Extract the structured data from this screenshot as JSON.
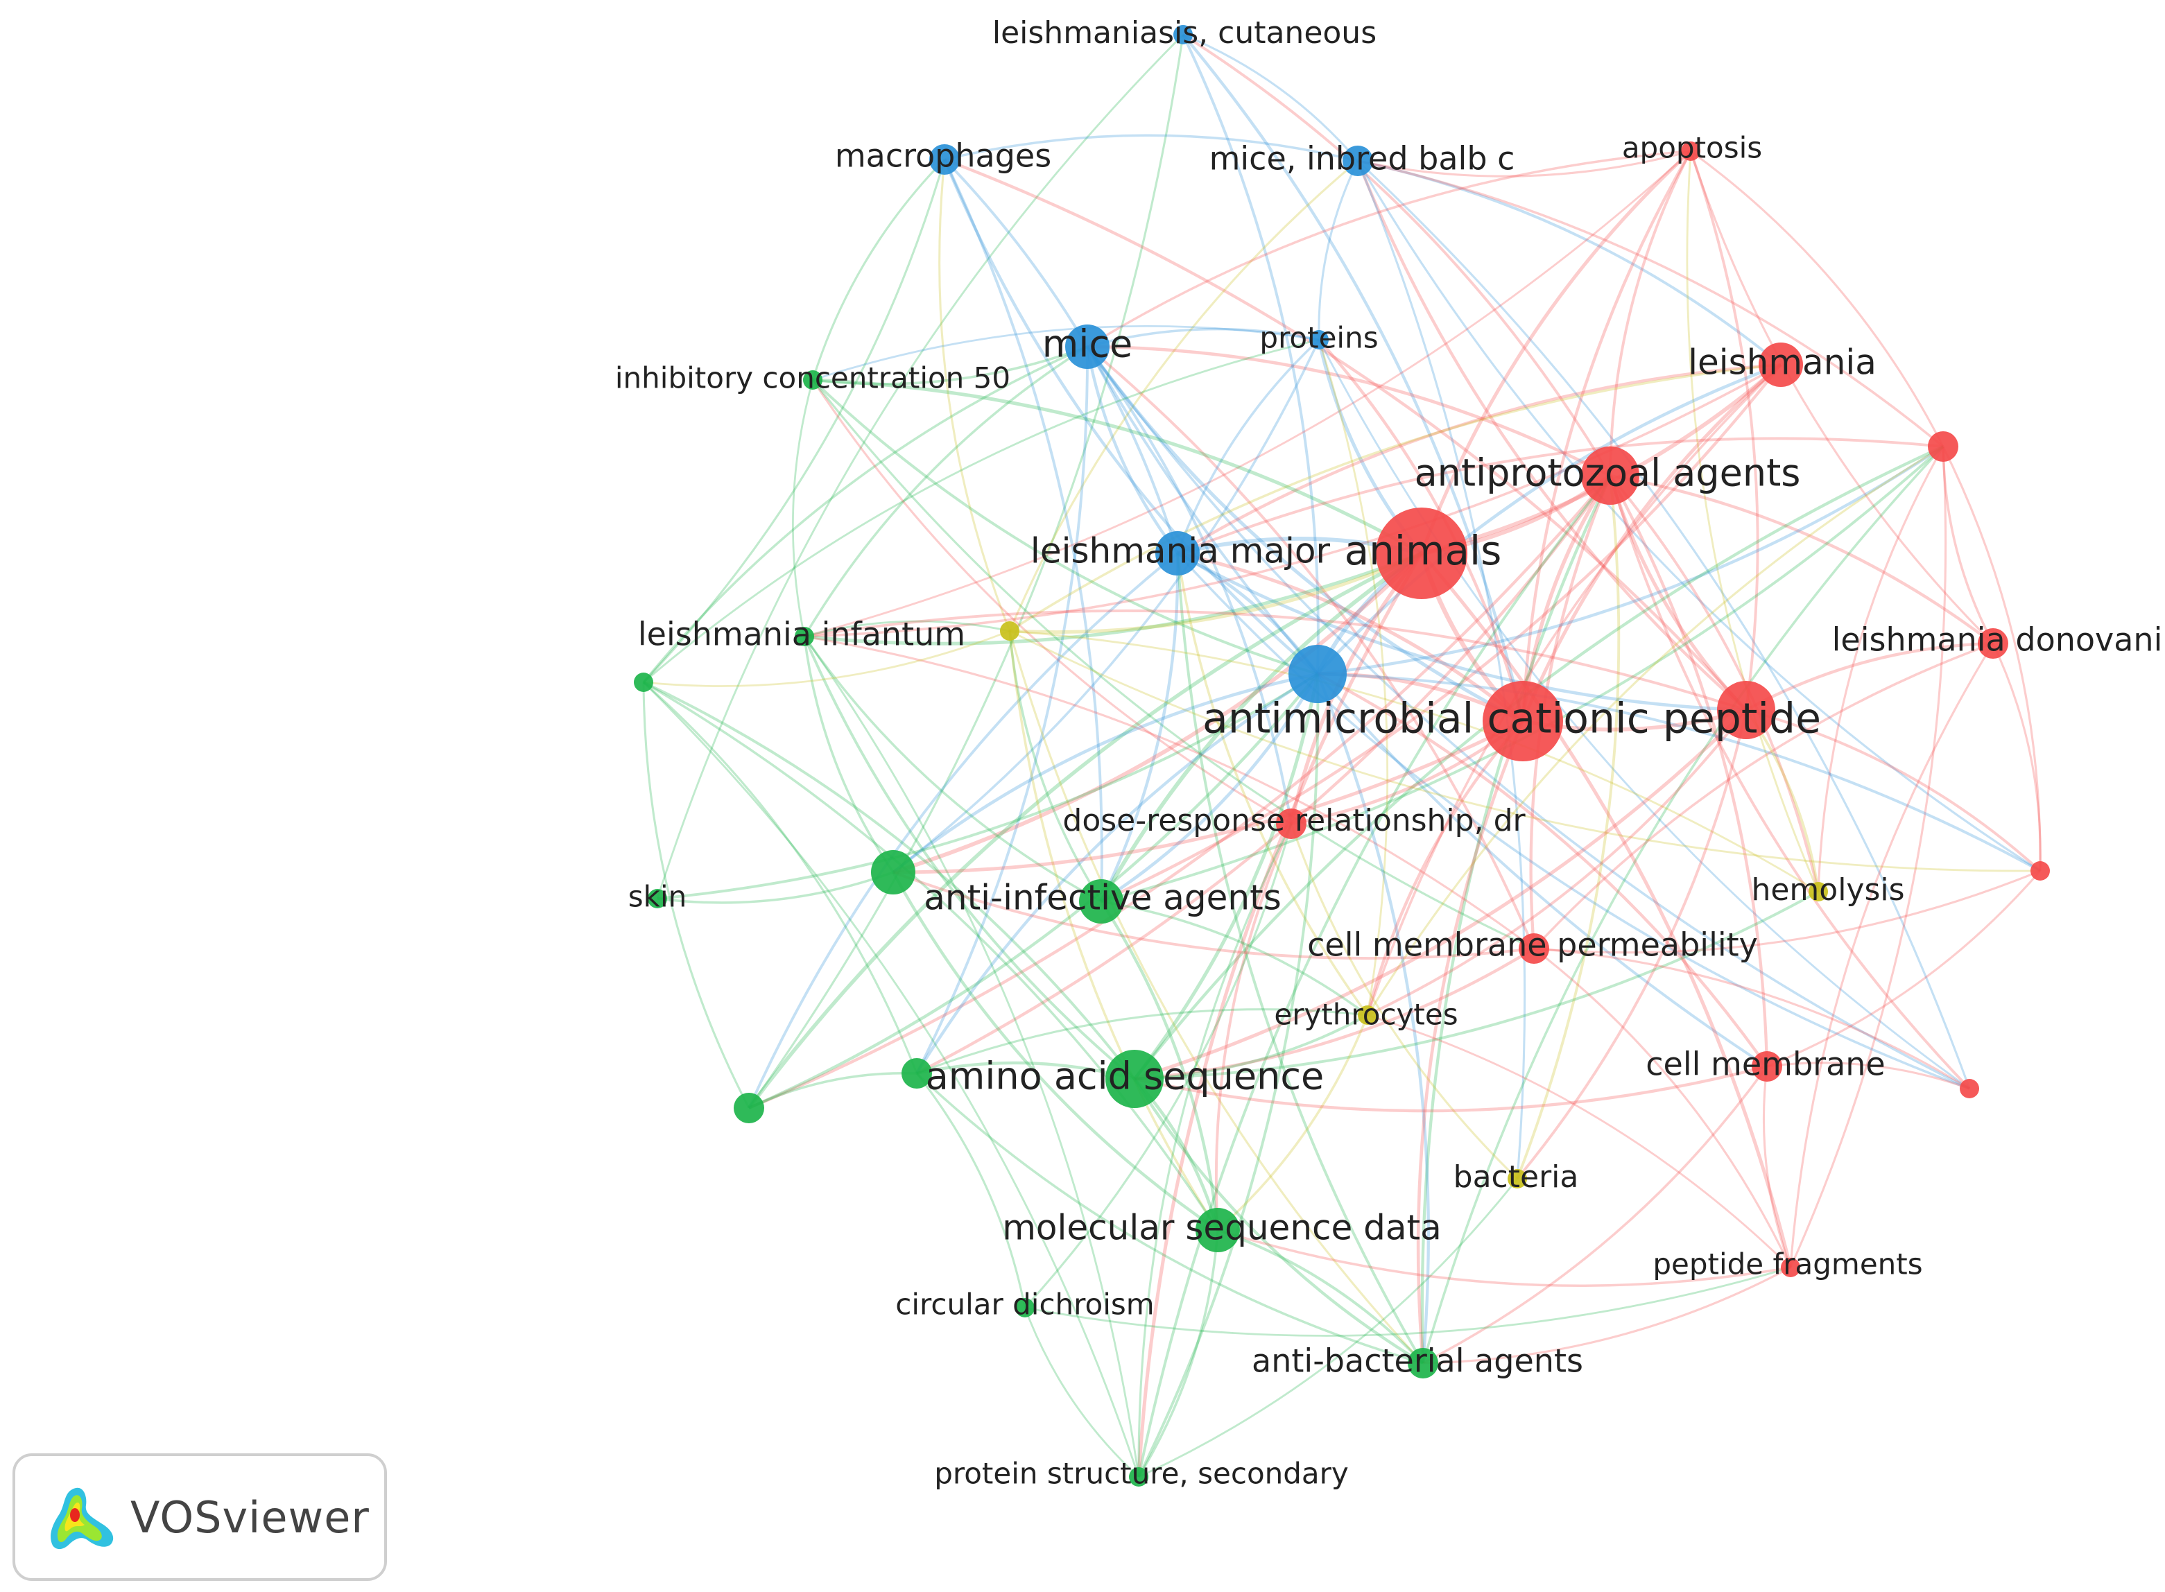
{
  "colors": {
    "red": "#f44b4b",
    "blue": "#2a91d8",
    "green": "#1db44b",
    "yellow": "#c9c01c"
  },
  "nodes": [
    {
      "id": "cutaneous",
      "label": "leishmaniasis, cutaneous",
      "cluster": "blue",
      "weight": 1
    },
    {
      "id": "macrophages",
      "label": "macrophages",
      "cluster": "blue",
      "weight": 2
    },
    {
      "id": "balbc",
      "label": "mice, inbred balb c",
      "cluster": "blue",
      "weight": 2
    },
    {
      "id": "apoptosis",
      "label": "apoptosis",
      "cluster": "red",
      "weight": 1
    },
    {
      "id": "mice",
      "label": "mice",
      "cluster": "blue",
      "weight": 3
    },
    {
      "id": "proteins",
      "label": "proteins",
      "cluster": "blue",
      "weight": 1
    },
    {
      "id": "leishmania",
      "label": "leishmania",
      "cluster": "red",
      "weight": 3
    },
    {
      "id": "ic50",
      "label": "inhibitory concentration 50",
      "cluster": "green",
      "weight": 1
    },
    {
      "id": "antiprotozoal",
      "label": "antiprotozoal agents",
      "cluster": "red",
      "weight": 4
    },
    {
      "id": "redR1",
      "label": "",
      "cluster": "red",
      "weight": 2
    },
    {
      "id": "major",
      "label": "leishmania major",
      "cluster": "blue",
      "weight": 3
    },
    {
      "id": "animals",
      "label": "animals",
      "cluster": "red",
      "weight": 7
    },
    {
      "id": "infantum",
      "label": "leishmania infantum",
      "cluster": "green",
      "weight": 1
    },
    {
      "id": "yellowY1",
      "label": "",
      "cluster": "yellow",
      "weight": 1
    },
    {
      "id": "greenL1",
      "label": "",
      "cluster": "green",
      "weight": 1
    },
    {
      "id": "blueCenter",
      "label": "",
      "cluster": "blue",
      "weight": 4
    },
    {
      "id": "donovani",
      "label": "leishmania donovani",
      "cluster": "red",
      "weight": 2
    },
    {
      "id": "amp",
      "label": "antimicrobial cationic peptide",
      "cluster": "red",
      "weight": 5
    },
    {
      "id": "redR2",
      "label": "",
      "cluster": "red",
      "weight": 4
    },
    {
      "id": "dose",
      "label": "dose-response relationship, dr",
      "cluster": "red",
      "weight": 2
    },
    {
      "id": "greenA",
      "label": "",
      "cluster": "green",
      "weight": 3
    },
    {
      "id": "skin",
      "label": "skin",
      "cluster": "green",
      "weight": 1
    },
    {
      "id": "antiinfective",
      "label": "anti-infective agents",
      "cluster": "green",
      "weight": 3
    },
    {
      "id": "hemolysis",
      "label": "hemolysis",
      "cluster": "yellow",
      "weight": 1
    },
    {
      "id": "redR3",
      "label": "",
      "cluster": "red",
      "weight": 1
    },
    {
      "id": "cmperm",
      "label": "cell membrane permeability",
      "cluster": "red",
      "weight": 2
    },
    {
      "id": "erythrocytes",
      "label": "erythrocytes",
      "cluster": "yellow",
      "weight": 1
    },
    {
      "id": "aaseq",
      "label": "amino acid sequence",
      "cluster": "green",
      "weight": 4
    },
    {
      "id": "greenB",
      "label": "",
      "cluster": "green",
      "weight": 2
    },
    {
      "id": "greenL2",
      "label": "",
      "cluster": "green",
      "weight": 2
    },
    {
      "id": "cellmem",
      "label": "cell membrane",
      "cluster": "red",
      "weight": 2
    },
    {
      "id": "redR4",
      "label": "",
      "cluster": "red",
      "weight": 1
    },
    {
      "id": "bacteria",
      "label": "bacteria",
      "cluster": "yellow",
      "weight": 1
    },
    {
      "id": "molseq",
      "label": "molecular sequence data",
      "cluster": "green",
      "weight": 3
    },
    {
      "id": "peptidefrag",
      "label": "peptide fragments",
      "cluster": "red",
      "weight": 1
    },
    {
      "id": "circular",
      "label": "circular dichroism",
      "cluster": "green",
      "weight": 1
    },
    {
      "id": "antibacterial",
      "label": "anti-bacterial agents",
      "cluster": "green",
      "weight": 2
    },
    {
      "id": "secondary",
      "label": "protein structure, secondary",
      "cluster": "green",
      "weight": 1
    }
  ],
  "branding": {
    "logo_icon": "vosviewer-density-logo-icon",
    "label": "VOSviewer"
  }
}
